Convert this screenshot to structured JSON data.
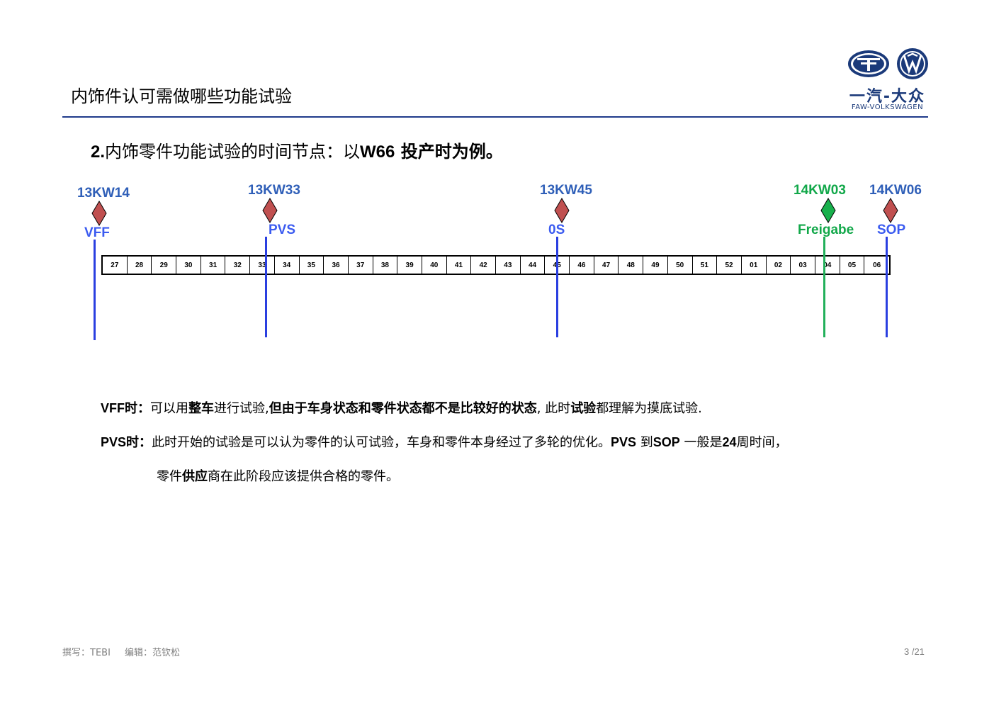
{
  "header": {
    "title": "内饰件认可需做哪些功能试验",
    "logo_cn": "一汽-大众",
    "logo_en": "FAW-VOLKSWAGEN"
  },
  "section": {
    "num": "2.",
    "title": "内饰零件功能试验的时间节点：以",
    "model": "W66",
    "title_tail": " 投产时为例。"
  },
  "timeline": {
    "weeks": [
      "27",
      "28",
      "29",
      "30",
      "31",
      "32",
      "33",
      "34",
      "35",
      "36",
      "37",
      "38",
      "39",
      "40",
      "41",
      "42",
      "43",
      "44",
      "45",
      "46",
      "47",
      "48",
      "49",
      "50",
      "51",
      "52",
      "01",
      "02",
      "03",
      "04",
      "05",
      "06"
    ],
    "milestones": [
      {
        "week": "13KW14",
        "label": "VFF",
        "color": "#b94a4a"
      },
      {
        "week": "13KW33",
        "label": "PVS",
        "color": "#b94a4a"
      },
      {
        "week": "13KW45",
        "label": "0S",
        "color": "#b94a4a"
      },
      {
        "week": "14KW03",
        "label": "Freigabe",
        "color": "#12a84a"
      },
      {
        "week": "14KW06",
        "label": "SOP",
        "color": "#b94a4a"
      }
    ]
  },
  "body": {
    "p1": {
      "lead": "VFF",
      "lead_suffix": "时：",
      "text_a": "可以用",
      "text_b": "整车",
      "text_c": "进行试验,",
      "text_d": "但由于车身状态和零件状态都不是比较好的状态",
      "text_e": ", 此时",
      "text_f": "试验",
      "text_g": "都理解为摸底试验."
    },
    "p2": {
      "lead": "PVS",
      "lead_suffix": "时：",
      "text_a": "此时开始的试验是可以认为零件的认可试验，车身和零件本身经过了多轮的优化。",
      "text_b": "PVS",
      "text_c": " 到",
      "text_d": "SOP",
      "text_e": "  一般是",
      "text_f": "24",
      "text_g": "周时间，"
    },
    "p3": {
      "text_a": "零件",
      "text_b": "供应",
      "text_c": "商在此阶段应该提供合格的零件。"
    }
  },
  "footer": {
    "writer_label": "撰写：",
    "writer": "TEBI",
    "editor_label": "编辑：",
    "editor": "范钦松",
    "page": "3 /21"
  }
}
